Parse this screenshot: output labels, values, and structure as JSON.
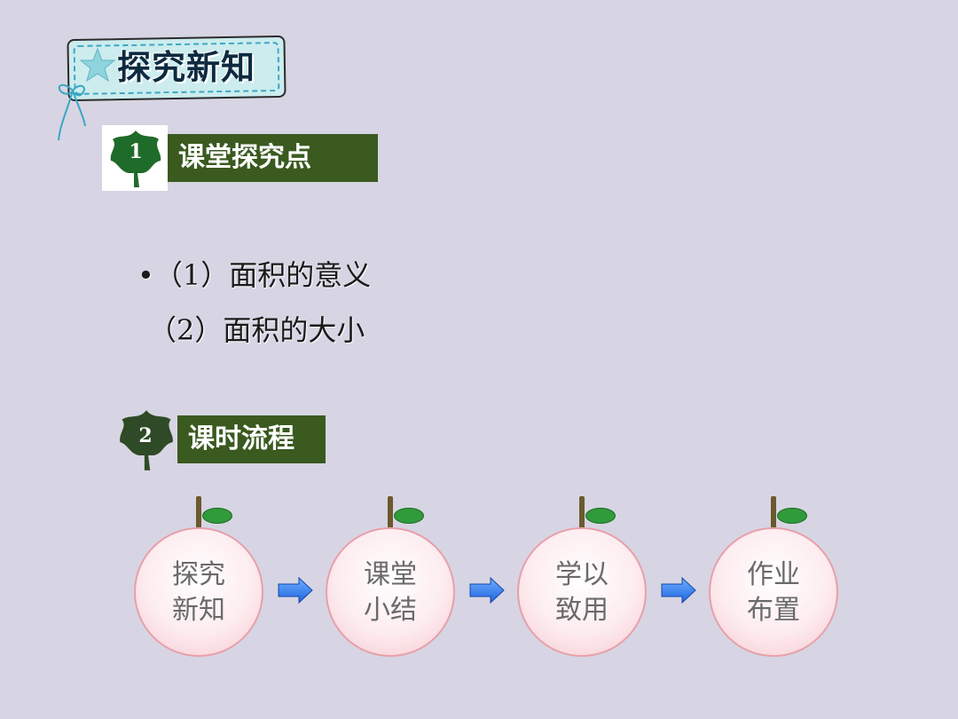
{
  "title": {
    "text": "探究新知",
    "icon": "star-icon"
  },
  "sections": [
    {
      "number": "1",
      "label": "课堂探究点",
      "icon": "leaf-icon"
    },
    {
      "number": "2",
      "label": "课时流程",
      "icon": "leaf-icon"
    }
  ],
  "points": [
    {
      "bullet": "•",
      "text": "（1）面积的意义"
    },
    {
      "bullet": "",
      "text": "（2）面积的大小"
    }
  ],
  "flow": [
    {
      "line1": "探究",
      "line2": "新知"
    },
    {
      "line1": "课堂",
      "line2": "小结"
    },
    {
      "line1": "学以",
      "line2": "致用"
    },
    {
      "line1": "作业",
      "line2": "布置"
    }
  ],
  "colors": {
    "background": "#d7d5e3",
    "label_bar": "#3a5a20",
    "leaf": "#1f6b2a",
    "fruit_border": "#e6a0aa",
    "arrow": "#1e63e0"
  }
}
